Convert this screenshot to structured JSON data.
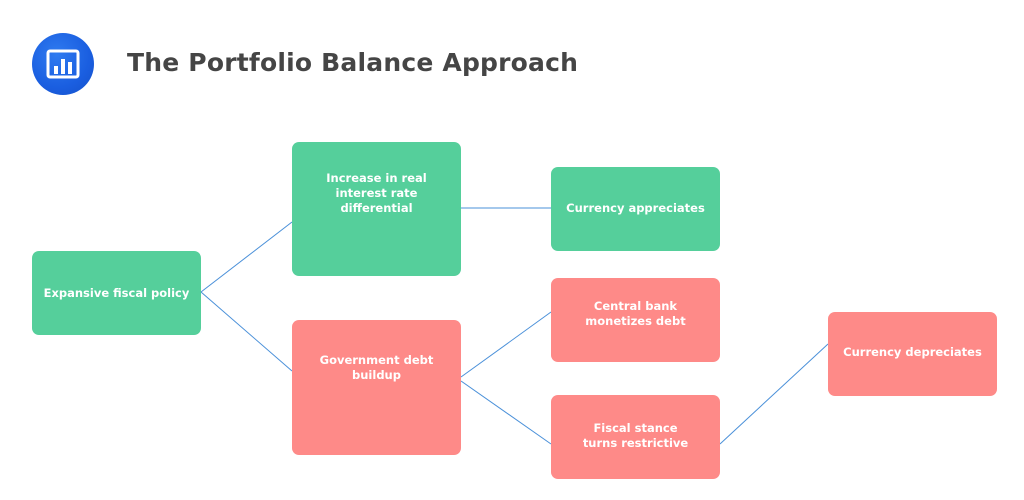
{
  "header": {
    "title": "The Portfolio Balance Approach",
    "logo_icon": "bar-chart-icon",
    "logo_color": "#1a5ee0"
  },
  "colors": {
    "positive_node": "#55cf9b",
    "negative_node": "#fe8a88",
    "connector": "#4a90d9",
    "title_text": "#454545"
  },
  "nodes": {
    "expansive": "Expansive fiscal policy",
    "interest": "Increase in real interest rate differential",
    "appreciates": "Currency appreciates",
    "debt": "Government debt buildup",
    "monetizes": "Central bank monetizes debt",
    "restrictive": "Fiscal stance turns restrictive",
    "depreciates": "Currency depreciates"
  },
  "edges": [
    {
      "from": "Expansive fiscal policy",
      "to": "Increase in real interest rate differential"
    },
    {
      "from": "Expansive fiscal policy",
      "to": "Government debt buildup"
    },
    {
      "from": "Increase in real interest rate differential",
      "to": "Currency appreciates"
    },
    {
      "from": "Government debt buildup",
      "to": "Central bank monetizes debt"
    },
    {
      "from": "Government debt buildup",
      "to": "Fiscal stance turns restrictive"
    },
    {
      "from": "Fiscal stance turns restrictive",
      "to": "Currency depreciates"
    }
  ]
}
